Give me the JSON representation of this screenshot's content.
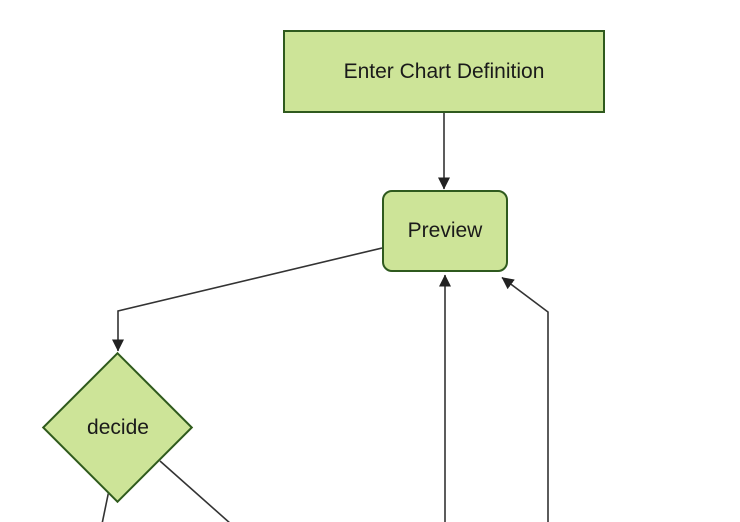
{
  "diagram": {
    "type": "flowchart",
    "direction": "top-down",
    "colors": {
      "background": "#ffffff",
      "node_fill": "#cde498",
      "node_stroke": "#2f5a1e",
      "edge_color": "#333333",
      "arrowhead_color": "#222222",
      "text_color": "#1a1a1a"
    },
    "nodes": [
      {
        "id": "enter-chart-definition",
        "shape": "rectangle",
        "label": "Enter Chart Definition"
      },
      {
        "id": "preview",
        "shape": "rounded-rectangle",
        "label": "Preview"
      },
      {
        "id": "decide",
        "shape": "diamond",
        "label": "decide"
      }
    ],
    "edges": [
      {
        "from": "enter-chart-definition",
        "to": "preview",
        "arrow": true
      },
      {
        "from": "preview",
        "to": "decide",
        "arrow": true
      },
      {
        "from": "decide",
        "to": "offscreen-bottom-left",
        "arrow": false
      },
      {
        "from": "decide",
        "to": "offscreen-bottom-right",
        "arrow": false
      },
      {
        "from": "offscreen-bottom-center",
        "to": "preview",
        "arrow": true
      },
      {
        "from": "offscreen-bottom-right",
        "to": "preview",
        "arrow": true
      }
    ]
  }
}
